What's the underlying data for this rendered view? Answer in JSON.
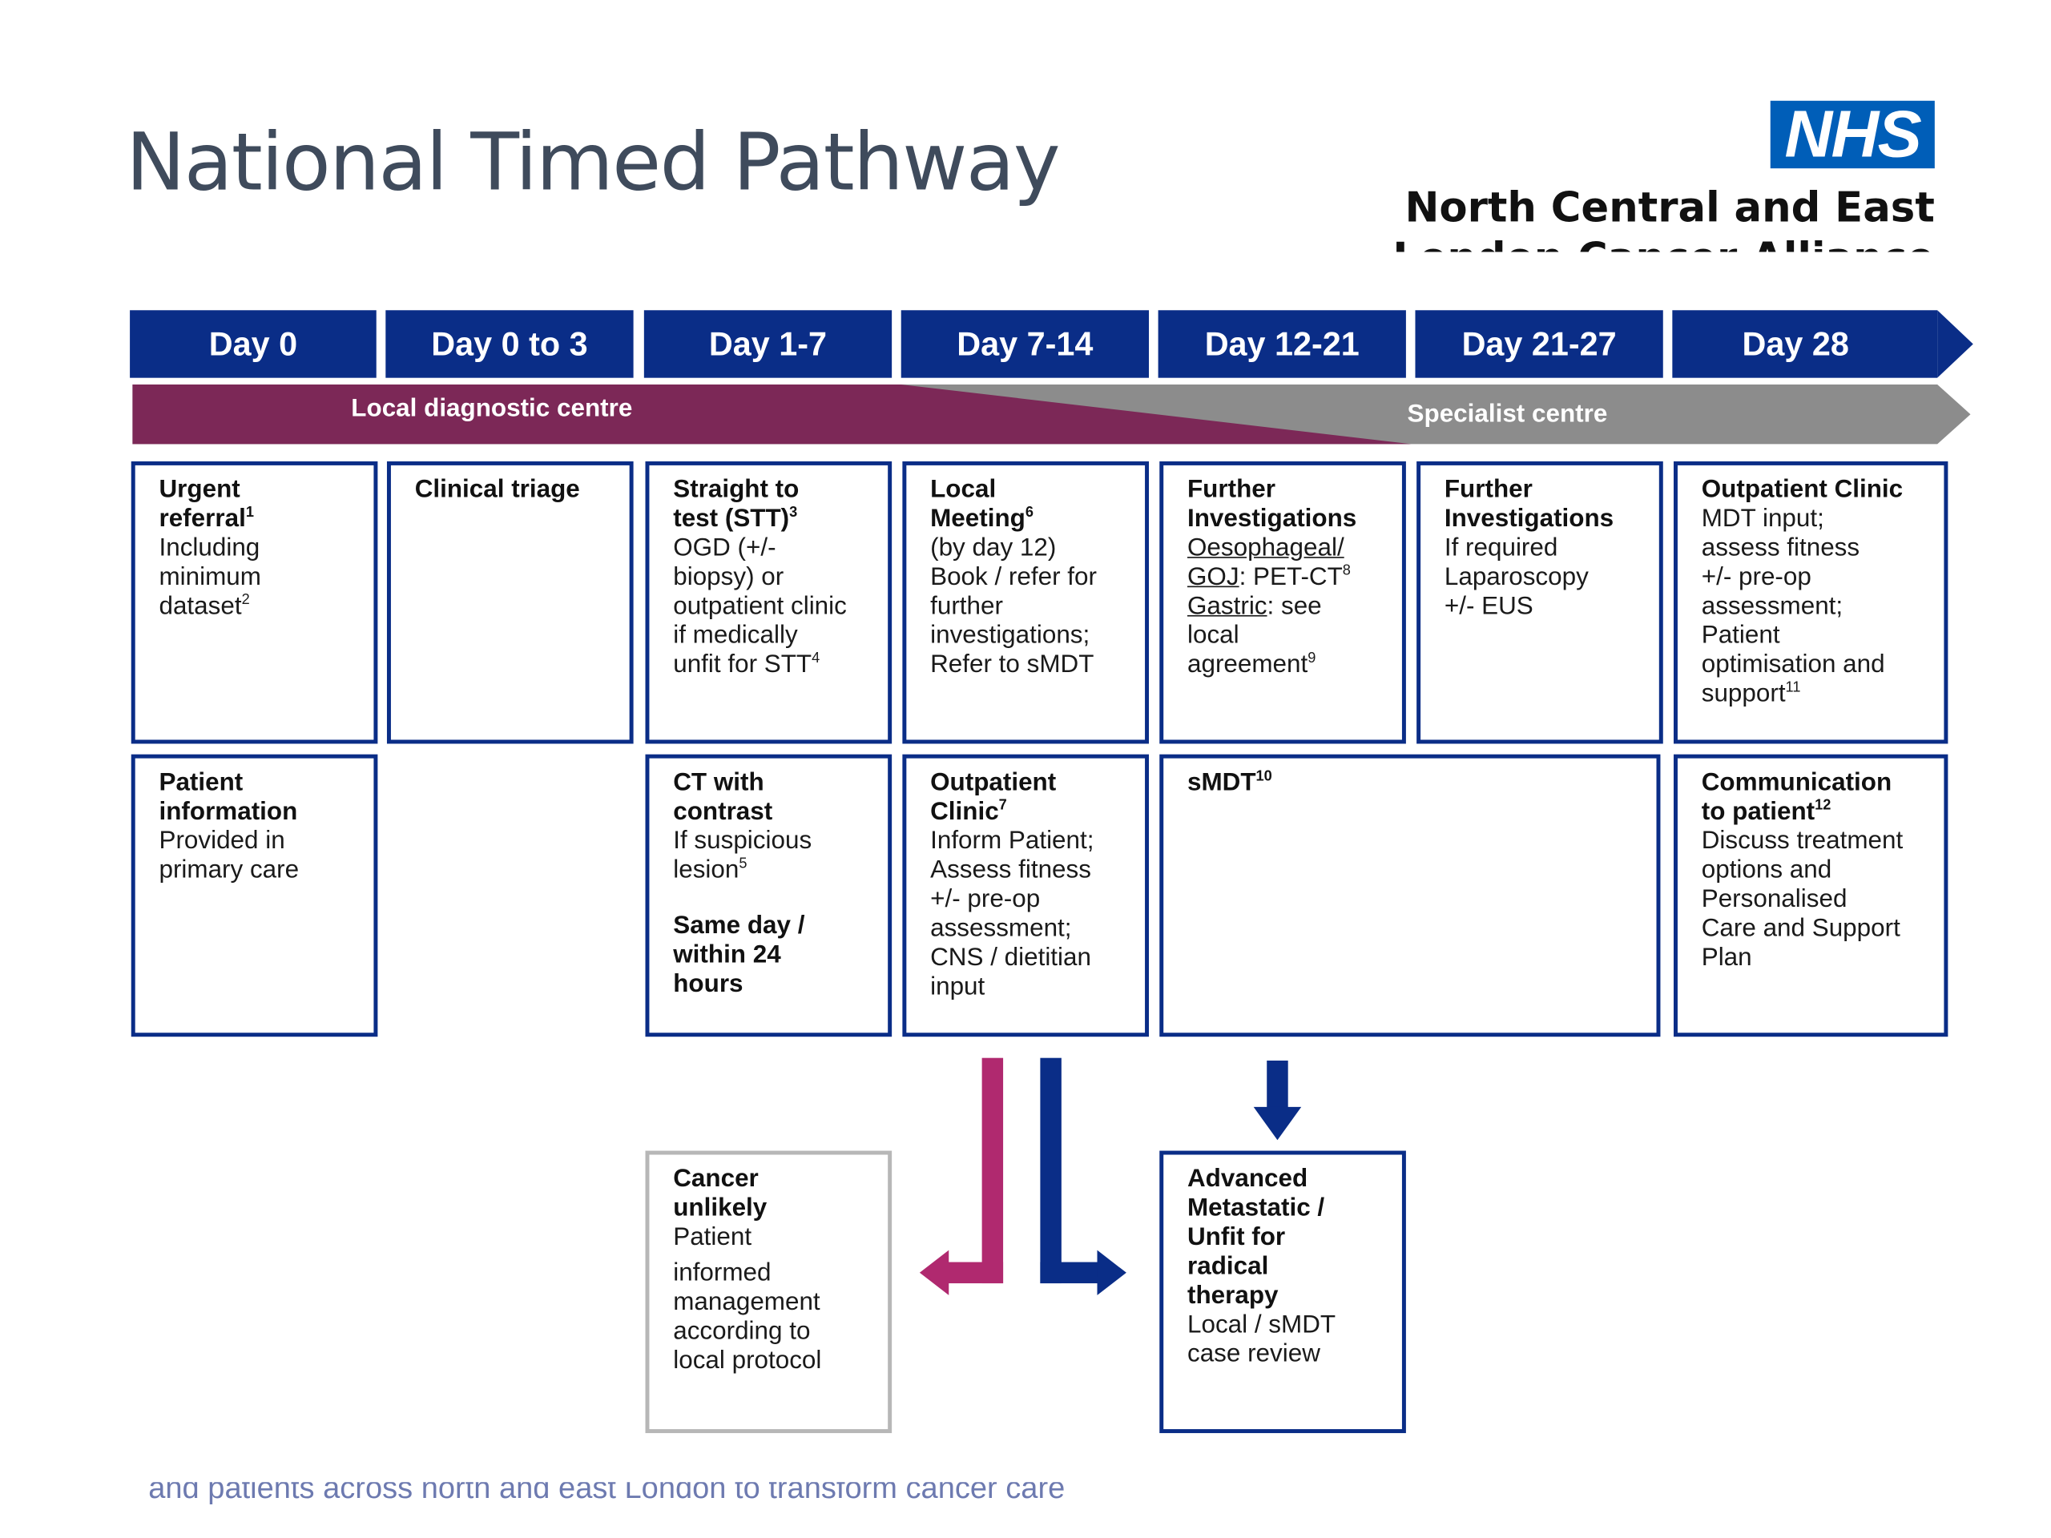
{
  "slide": {
    "title": "National Timed Pathway",
    "footer_text": "and patients across north and east London to transform cancer care"
  },
  "logo": {
    "text": "NHS",
    "org_line1": "North Central and East",
    "org_line2": "London Cancer Alliance",
    "color": "#005eb8"
  },
  "colors": {
    "navy": "#0a2d87",
    "local_band": "#7c2857",
    "specialist_band": "#8c8c8c",
    "pink_arrow": "#b0296f",
    "grey_border": "#b7b7b7"
  },
  "days": [
    "Day 0",
    "Day 0 to 3",
    "Day 1-7",
    "Day 7-14",
    "Day 12-21",
    "Day 21-27",
    "Day 28"
  ],
  "bands": {
    "local": "Local diagnostic centre",
    "specialist": "Specialist centre"
  },
  "row1": {
    "urgent_referral": {
      "title": "Urgent referral",
      "sup1": "1",
      "line1": "Including",
      "line2": "minimum",
      "line3": "dataset",
      "sup2": "2"
    },
    "clinical_triage": {
      "title": "Clinical triage"
    },
    "stt": {
      "title1": "Straight to",
      "title2": "test (STT)",
      "sup": "3",
      "line1": "OGD (+/-",
      "line2": "biopsy) or",
      "line3": "outpatient clinic",
      "line4": "if medically",
      "line5": "unfit for STT",
      "sup2": "4"
    },
    "local_meeting": {
      "title1": "Local",
      "title2": "Meeting",
      "sup": "6",
      "line1": "(by day 12)",
      "line2": "Book / refer for",
      "line3": "further",
      "line4": "investigations;",
      "line5": "Refer to sMDT"
    },
    "further_inv_1": {
      "title1": "Further",
      "title2": "Investigations",
      "line1": "Oesophageal/",
      "line2a": "GOJ",
      "line2b": ":  PET-CT",
      "sup": "8",
      "line3a": "Gastric",
      "line3b": ": see",
      "line4": "local",
      "line5": "agreement",
      "sup2": "9"
    },
    "further_inv_2": {
      "title1": "Further",
      "title2": "Investigations",
      "line1": "If required",
      "line2": "Laparoscopy",
      "line3": "+/- EUS"
    },
    "outpatient_clinic": {
      "title": "Outpatient Clinic",
      "line1": "MDT input;",
      "line2": "assess fitness",
      "line3": "+/- pre-op",
      "line4": "assessment;",
      "line5": "Patient",
      "line6": "optimisation and",
      "line7": "support",
      "sup": "11"
    }
  },
  "row2": {
    "patient_info": {
      "title1": "Patient",
      "title2": "information",
      "line1": "Provided in",
      "line2": "primary care"
    },
    "ct": {
      "title1": "CT with",
      "title2": "contrast",
      "line1": "If suspicious",
      "line2": "lesion",
      "sup": "5",
      "bold1": "Same day /",
      "bold2": "within 24",
      "bold3": "hours"
    },
    "outpatient_clinic_7": {
      "title1": "Outpatient",
      "title2": "Clinic",
      "sup": "7",
      "line1": "Inform Patient;",
      "line2": "Assess fitness",
      "line3": "+/- pre-op",
      "line4": "assessment;",
      "line5": "CNS / dietitian",
      "line6": "input"
    },
    "smdt": {
      "title": "sMDT",
      "sup": "10"
    },
    "communication": {
      "title1": "Communication",
      "title2": "to patient",
      "sup": "12",
      "line1": "Discuss treatment",
      "line2": "options and",
      "line3": "Personalised",
      "line4": "Care and Support",
      "line5": "Plan"
    }
  },
  "row3": {
    "cancer_unlikely": {
      "title1": "Cancer",
      "title2": "unlikely",
      "line1": "Patient",
      "line2": "informed",
      "line3": "management",
      "line4": "according to",
      "line5": "local protocol"
    },
    "advanced": {
      "title1": "Advanced",
      "title2": "Metastatic /",
      "title3": "Unfit for",
      "title4": "radical",
      "title5": "therapy",
      "line1": "Local / sMDT",
      "line2": "case review"
    }
  }
}
